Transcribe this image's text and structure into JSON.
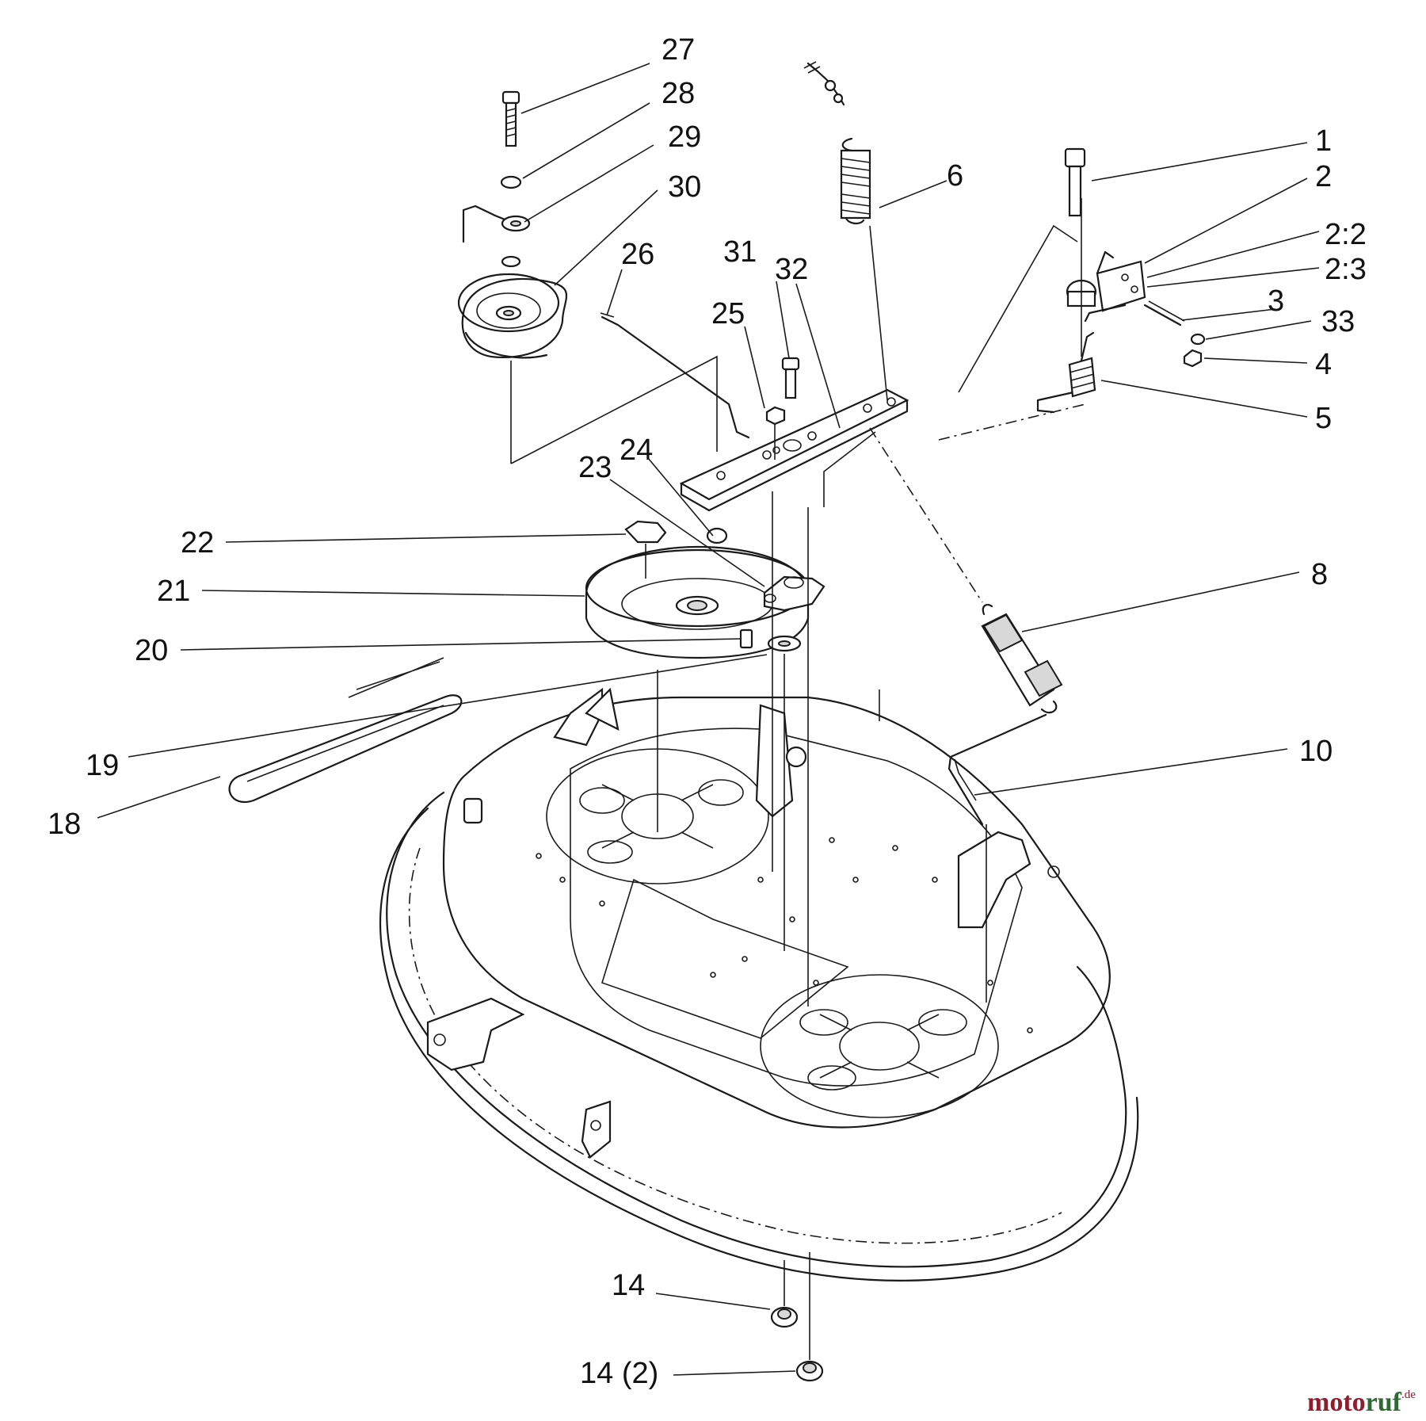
{
  "callouts": {
    "c1": "1",
    "c2": "2",
    "c2_2": "2:2",
    "c2_3": "2:3",
    "c3": "3",
    "c4": "4",
    "c5": "5",
    "c6": "6",
    "c8": "8",
    "c10": "10",
    "c14": "14",
    "c14_2": "14 (2)",
    "c18": "18",
    "c19": "19",
    "c20": "20",
    "c21": "21",
    "c22": "22",
    "c23": "23",
    "c24": "24",
    "c25": "25",
    "c26": "26",
    "c27": "27",
    "c28": "28",
    "c29": "29",
    "c30": "30",
    "c31": "31",
    "c32": "32",
    "c33": "33"
  },
  "watermark": {
    "part_a": "moto",
    "part_b": "ruf",
    "suffix": ".de",
    "colors": {
      "primary": "#8f1d2c",
      "secondary": "#2e6b32"
    }
  }
}
